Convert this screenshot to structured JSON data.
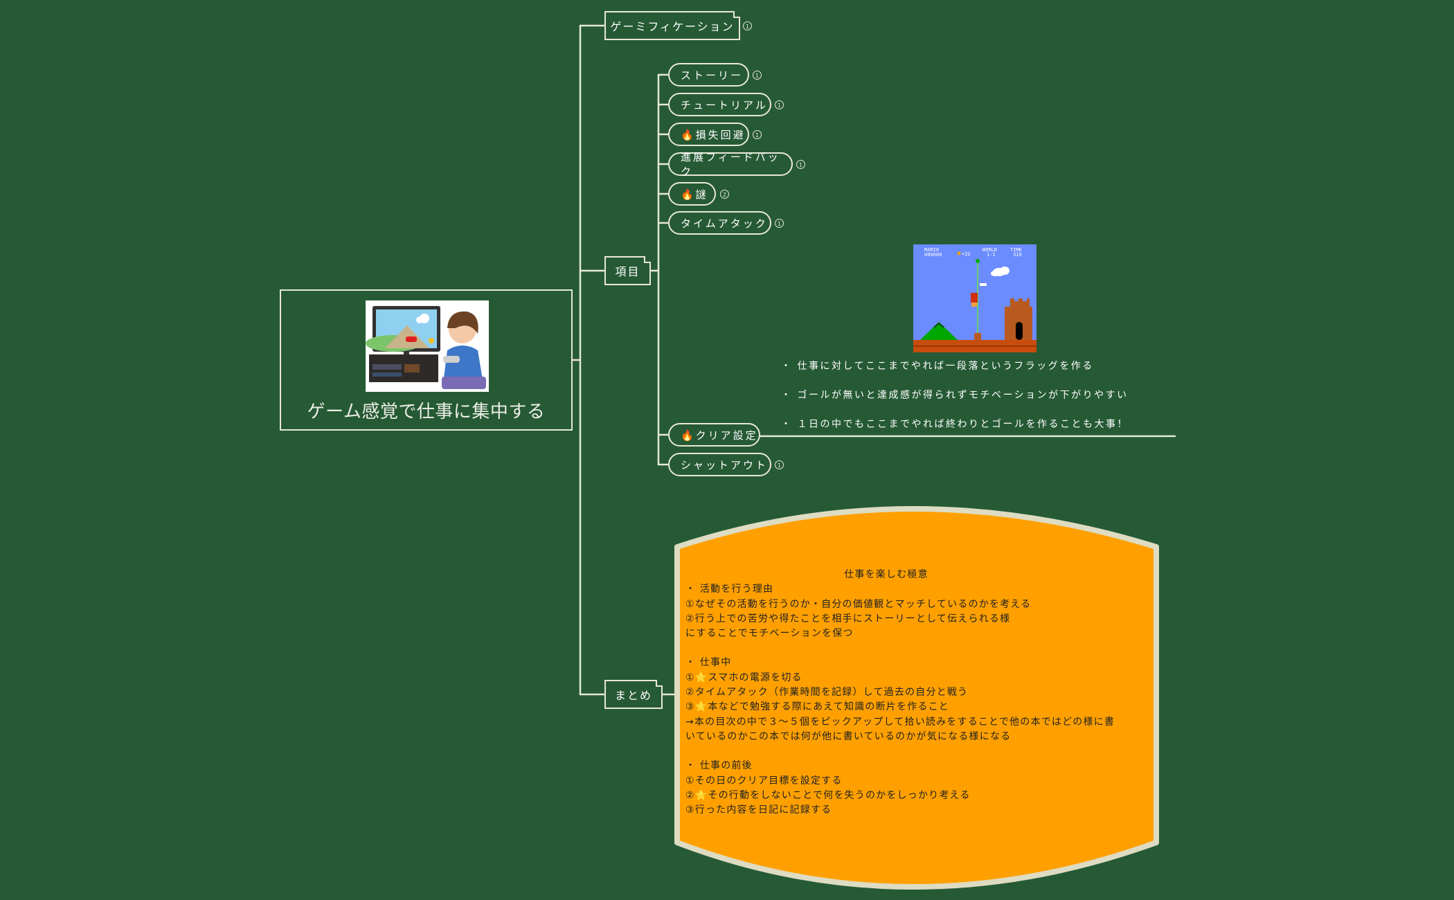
{
  "central": {
    "title": "ゲーム感覚で仕事に集中する",
    "illustration": "person-playing-video-game"
  },
  "branches": {
    "gamification": {
      "label": "ゲーミフィケーション",
      "badge": "1"
    },
    "items": {
      "label": "項目"
    },
    "summary": {
      "label": "まとめ"
    }
  },
  "items": [
    {
      "label": "ストーリー",
      "badge": "1"
    },
    {
      "label": "チュートリアル",
      "badge": "1"
    },
    {
      "label": "🔥損失回避",
      "badge": "1"
    },
    {
      "label": "進展フィードバック",
      "badge": "1"
    },
    {
      "label": "🔥謎",
      "badge": "2"
    },
    {
      "label": "タイムアタック",
      "badge": "1"
    },
    {
      "label": "🔥クリア設定",
      "badge": ""
    },
    {
      "label": "シャットアウト",
      "badge": "1"
    }
  ],
  "clear_setting_notes": [
    "・ 仕事に対してここまでやれば一段落というフラッグを作る",
    "・ ゴールが無いと達成感が得られずモチベーションが下がりやすい",
    "・ １日の中でもここまでやれば終わりとゴールを作ることも大事！"
  ],
  "mario_image": {
    "hud": [
      "MARIO",
      "000600",
      "×22",
      "WORLD",
      "1-1",
      "TIME",
      "319"
    ]
  },
  "summary_card": {
    "title": "仕事を楽しむ極意",
    "lines": [
      "・ 活動を行う理由",
      "①なぜその活動を行うのか・自分の価値観とマッチしているのかを考える",
      "②行う上での苦労や得たことを相手にストーリーとして伝えられる様",
      "にすることでモチベーションを保つ",
      "",
      "・ 仕事中",
      "①⭐スマホの電源を切る",
      "②タイムアタック（作業時間を記録）して過去の自分と戦う",
      "③⭐本などで勉強する際にあえて知識の断片を作ること",
      "→本の目次の中で３〜５個をピックアップして拾い読みをすることで他の本ではどの様に書",
      "いているのかこの本では何が他に書いているのかが気になる様になる",
      "",
      "・ 仕事の前後",
      "①その日のクリア目標を設定する",
      "②⭐その行動をしないことで何を失うのかをしっかり考える",
      "③行った内容を日記に記録する"
    ],
    "fill_color": "#ffa000",
    "border_color": "#dedcc2"
  },
  "colors": {
    "background": "#265a35",
    "line": "#e8e8d8"
  }
}
